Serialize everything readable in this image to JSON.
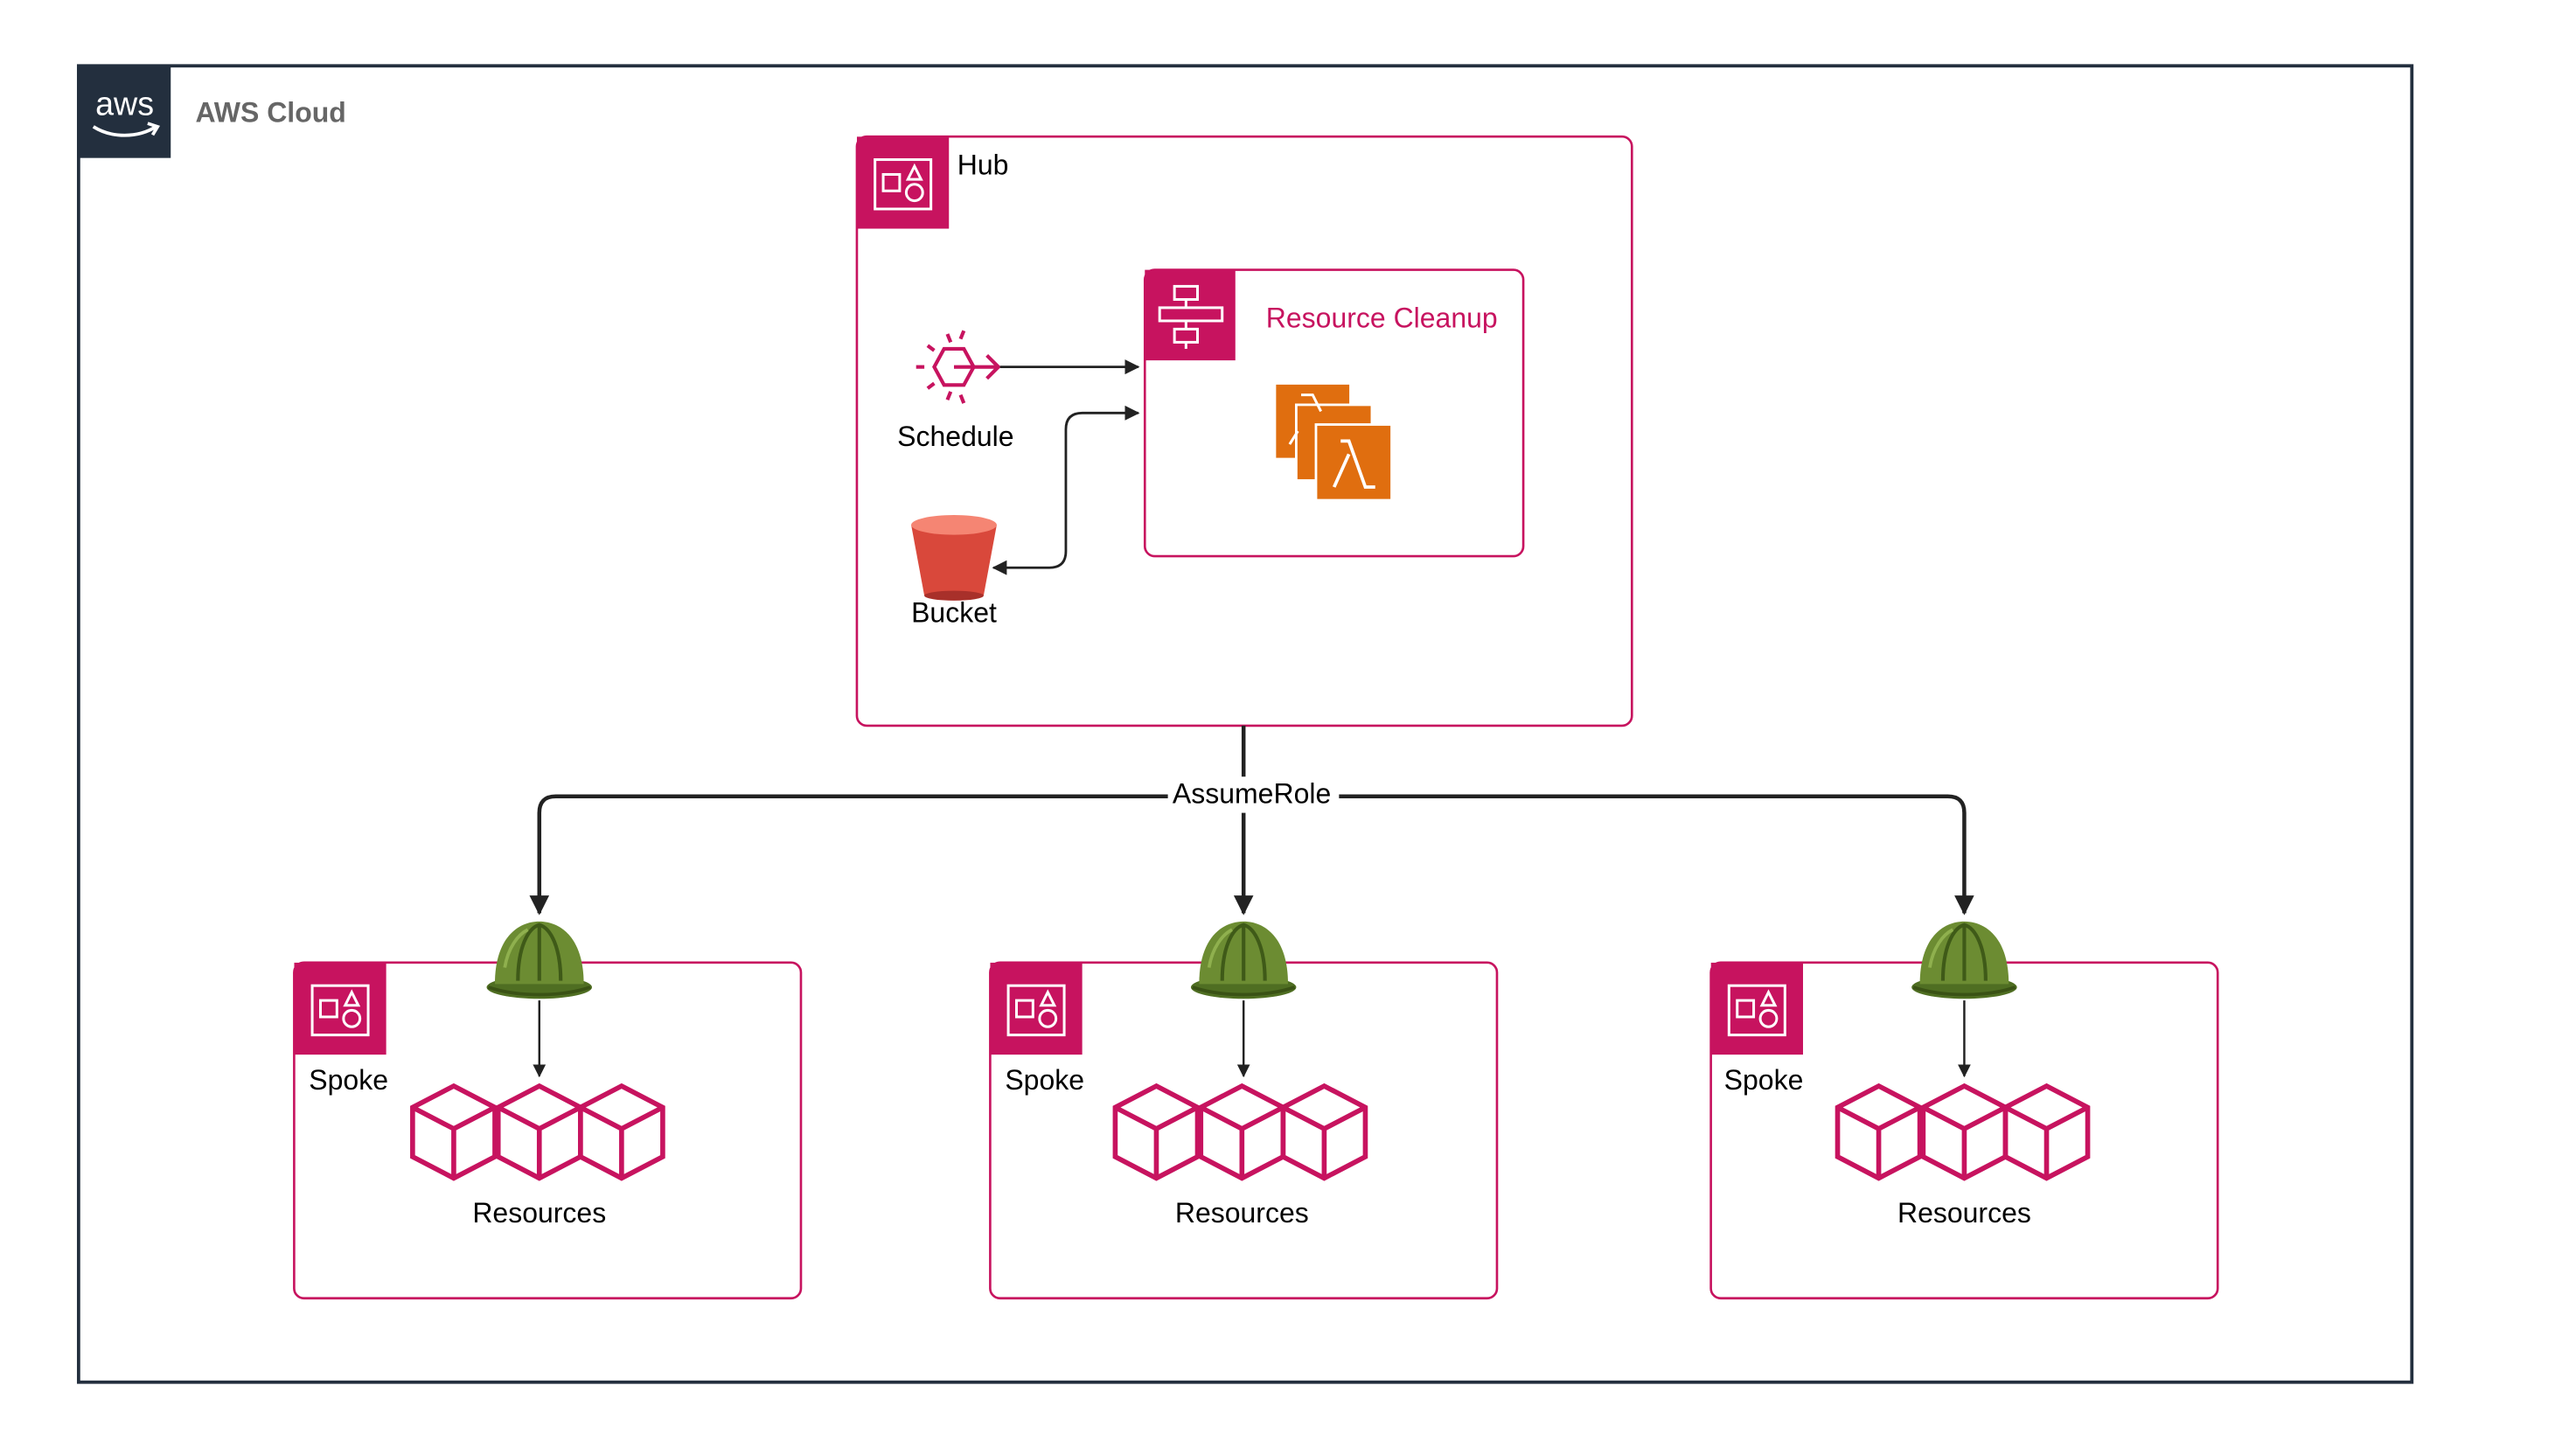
{
  "cloud": {
    "logo_text": "aws",
    "title": "AWS Cloud",
    "border_color": "#232f3e",
    "logo_bg": "#232f3e"
  },
  "colors": {
    "account_pink": "#c7135f",
    "lambda_orange": "#e06e0f",
    "bucket_red": "#d9483b",
    "bucket_top": "#f58573",
    "helmet_green": "#6c8c32",
    "helmet_dark": "#425f1a",
    "arrow": "#222222",
    "text": "#000000"
  },
  "hub": {
    "label": "Hub",
    "icon": "account-icon",
    "schedule_label": "Schedule",
    "schedule_icon": "eventbridge-schedule-icon",
    "bucket_label": "Bucket",
    "bucket_icon": "s3-bucket-icon",
    "state_machine": {
      "label": "Resource Cleanup",
      "icon": "step-functions-icon",
      "lambda_icon": "lambda-functions-icon"
    }
  },
  "edge_label": "AssumeRole",
  "spokes": [
    {
      "label": "Spoke",
      "resources_label": "Resources",
      "role_icon": "iam-role-helmet-icon"
    },
    {
      "label": "Spoke",
      "resources_label": "Resources",
      "role_icon": "iam-role-helmet-icon"
    },
    {
      "label": "Spoke",
      "resources_label": "Resources",
      "role_icon": "iam-role-helmet-icon"
    }
  ]
}
